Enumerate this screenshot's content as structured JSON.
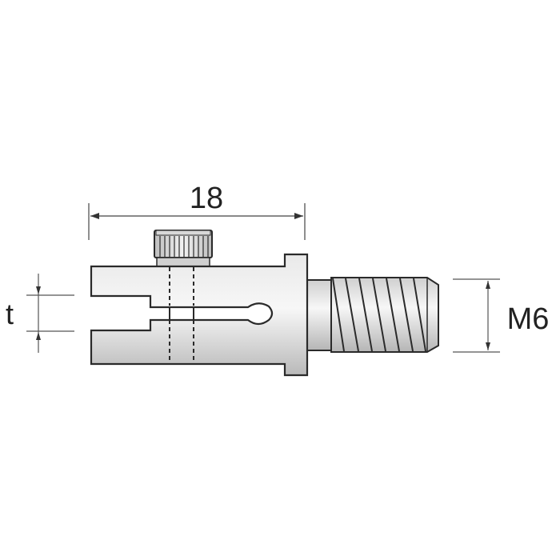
{
  "diagram": {
    "type": "technical-drawing",
    "subject": "clevis adapter with knurled set screw and threaded shank",
    "dimensions": {
      "length_label": "18",
      "slot_label": "t",
      "thread_label": "M6"
    },
    "colors": {
      "outline": "#2a2a2a",
      "body_light": "#f2f2f2",
      "body_mid": "#d6d6d6",
      "body_dark": "#b8b8b8",
      "dimension_line": "#444444"
    }
  }
}
